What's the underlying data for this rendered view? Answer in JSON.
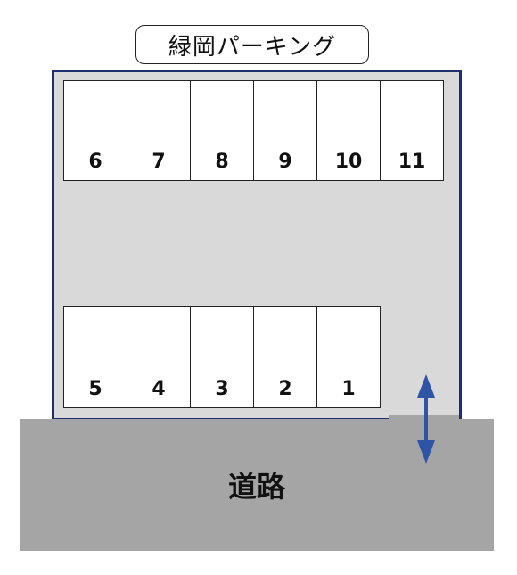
{
  "title": "緑岡パーキング",
  "road": {
    "label": "道路"
  },
  "spaces": {
    "top_row": [
      "6",
      "7",
      "8",
      "9",
      "10",
      "11"
    ],
    "bottom_row": [
      "5",
      "4",
      "3",
      "2",
      "1"
    ]
  },
  "colors": {
    "lot_fill": "#d9d9d9",
    "lot_border": "#1f2f6b",
    "road_fill": "#a5a5a5",
    "arrow": "#2e54a6",
    "space_fill": "#ffffff"
  },
  "icons": {
    "entrance_arrow": "double-headed-vertical-arrow-icon"
  }
}
